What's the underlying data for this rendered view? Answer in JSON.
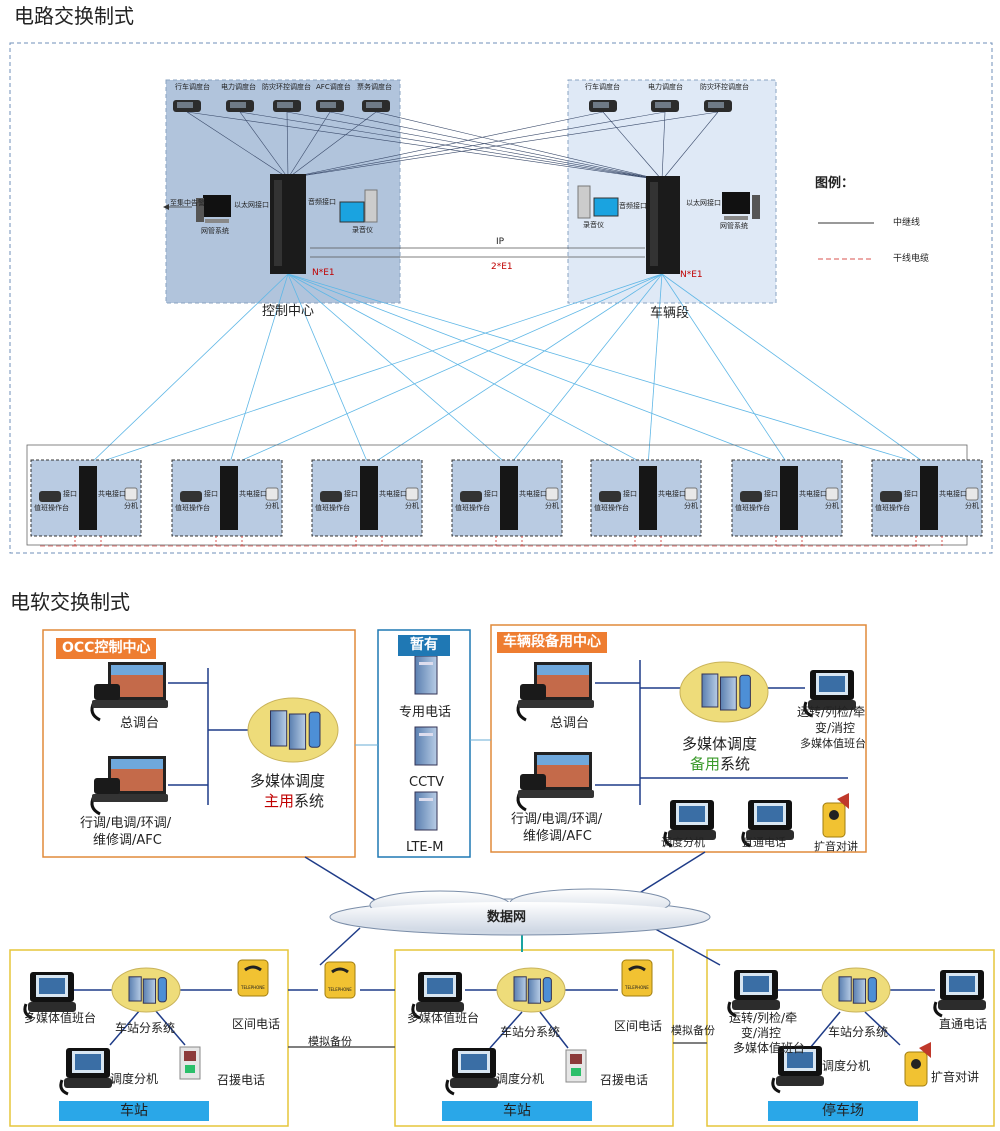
{
  "section1": {
    "title": "电路交换制式",
    "cc": {
      "consoles": [
        "行车调度台",
        "电力调度台",
        "防灾环控调度台",
        "AFC调度台",
        "票务调度台"
      ],
      "ext_label": "至集中告警",
      "eth_if": "以太网接口",
      "audio_if": "音频接口",
      "nms": "网管系统",
      "recorder": "录音仪",
      "ne1": "N*E1",
      "name": "控制中心"
    },
    "depot": {
      "consoles": [
        "行车调度台",
        "电力调度台",
        "防灾环控调度台"
      ],
      "audio_if": "音频接口",
      "eth_if": "以太网接口",
      "recorder": "录音仪",
      "nms": "网管系统",
      "ne1": "N*E1",
      "name": "车辆段"
    },
    "link_ip": "IP",
    "link_e1": "2*E1",
    "legend": {
      "title": "图例：",
      "relay": "中继线",
      "trunk": "干线电缆"
    },
    "station": {
      "duty": "值班操作台",
      "ext": "分机",
      "port1": "接口",
      "port2": "共电接口"
    }
  },
  "section2": {
    "title": "电软交换制式",
    "occ": {
      "tag": "OCC控制中心",
      "general": "总调台",
      "dispatch_line1": "行调/电调/环调/",
      "dispatch_line2": "维修调/AFC",
      "sys_line1": "多媒体调度",
      "sys_main": "主用",
      "sys_tail": "系统"
    },
    "shared": {
      "tag": "暂有",
      "items": [
        "专用电话",
        "CCTV",
        "LTE-M"
      ]
    },
    "depot": {
      "tag": "车辆段备用中心",
      "general": "总调台",
      "dispatch_line1": "行调/电调/环调/",
      "dispatch_line2": "维修调/AFC",
      "sys_line1": "多媒体调度",
      "sys_backup": "备用",
      "sys_tail": "系统",
      "ops_line1": "运转/列检/牵",
      "ops_line2": "变/消控",
      "ops_line3": "多媒体值班台",
      "dispatch_ext": "调度分机",
      "direct": "直通电话",
      "intercom": "扩音对讲"
    },
    "network": "数据网",
    "station1": {
      "console": "多媒体值班台",
      "sub": "车站分系统",
      "section_phone": "区间电话",
      "dispatch_ext": "调度分机",
      "help": "召援电话",
      "name": "车站"
    },
    "analog1": "模拟备份",
    "station2": {
      "console": "多媒体值班台",
      "sub": "车站分系统",
      "section_phone": "区间电话",
      "dispatch_ext": "调度分机",
      "help": "召援电话",
      "name": "车站"
    },
    "analog2": "模拟备份",
    "yard": {
      "ops_line1": "运转/列检/牵",
      "ops_line2": "变/消控",
      "ops_line3": "多媒体值班台",
      "sub": "车站分系统",
      "direct": "直通电话",
      "dispatch_ext": "调度分机",
      "intercom": "扩音对讲",
      "name": "停车场"
    },
    "phone_label": "TELEPHONE"
  }
}
